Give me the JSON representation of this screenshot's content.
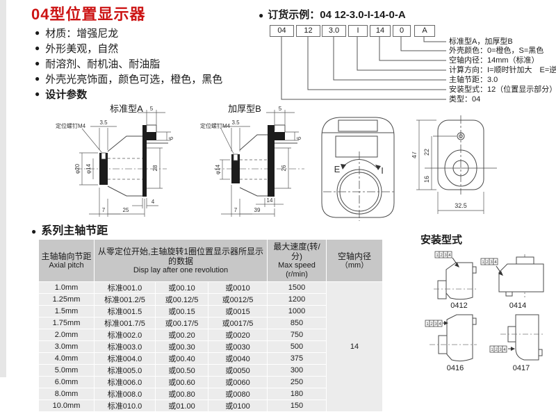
{
  "ui": {
    "bullet": "●"
  },
  "page": {
    "title": "04型位置显示器",
    "features": [
      "材质：增强尼龙",
      "外形美观，自然",
      "耐溶剂、耐机油、耐油脂",
      "外壳光亮饰面，颜色可选，橙色，黑色"
    ],
    "design_params_label": "设计参数",
    "accent_color": "#cc1414"
  },
  "order": {
    "heading": "订货示例：",
    "example_code": "04 12-3.0-I-14-0-A",
    "codes": [
      "04",
      "12",
      "3.0",
      "I",
      "14",
      "0",
      "A"
    ],
    "labels": [
      "标准型A，加厚型B",
      "外壳颜色：0=橙色，S=黑色",
      "空轴内径：14mm（标准）",
      "计算方向：I=顺时针加大　E=逆时针加",
      "主轴节距：3.0",
      "安装型式：12（位置显示部分）",
      "类型：04"
    ]
  },
  "drawings": {
    "standard_label": "标准型A",
    "thick_label": "加厚型B",
    "a": {
      "screw": "定位螺钉M4",
      "d35": "3.5",
      "d5": "5",
      "d6": "6",
      "d20": "φ20",
      "d14": "φ14",
      "d28": "28",
      "d4": "4",
      "d7": "7",
      "d25": "25"
    },
    "b": {
      "screw": "定位螺钉M4",
      "d35": "3.5",
      "d5": "5",
      "d6": "6",
      "d14": "φ14",
      "d26": "26",
      "dw14": "14",
      "d7": "7",
      "d39": "39"
    },
    "front": {
      "e": "E",
      "i": "I"
    },
    "side": {
      "d47": "47",
      "d22": "22",
      "d16": "16",
      "d325": "32.5"
    }
  },
  "pitch_table": {
    "section_title": "系列主轴节距",
    "headers": {
      "col1_cn": "主轴轴向节距",
      "col1_en": "Axial pitch",
      "col2_cn": "从零定位开始,主轴旋转1圈位置显示器所显示的数据",
      "col2_en": "Disp lay after one revolution",
      "col3_cn": "最大速度(转/分)",
      "col3_en": "Max speed (r/min)",
      "col4_cn": "空轴内径",
      "col4_en": "（mm）"
    },
    "rows": [
      [
        "1.0mm",
        "标准001.0",
        "或00.10",
        "或0010",
        "1500"
      ],
      [
        "1.25mm",
        "标准001.2/5",
        "或00.12/5",
        "或0012/5",
        "1200"
      ],
      [
        "1.5mm",
        "标准001.5",
        "或00.15",
        "或0015",
        "1000"
      ],
      [
        "1.75mm",
        "标准001.7/5",
        "或00.17/5",
        "或0017/5",
        "850"
      ],
      [
        "2.0mm",
        "标准002.0",
        "或00.20",
        "或0020",
        "750"
      ],
      [
        "3.0mm",
        "标准003.0",
        "或00.30",
        "或0030",
        "500"
      ],
      [
        "4.0mm",
        "标准004.0",
        "或00.40",
        "或0040",
        "375"
      ],
      [
        "5.0mm",
        "标准005.0",
        "或00.50",
        "或0050",
        "300"
      ],
      [
        "6.0mm",
        "标准006.0",
        "或00.60",
        "或0060",
        "250"
      ],
      [
        "8.0mm",
        "标准008.0",
        "或00.80",
        "或0080",
        "180"
      ],
      [
        "10.0mm",
        "标准010.0",
        "或01.00",
        "或0100",
        "150"
      ]
    ],
    "bore_value": "14"
  },
  "mounting": {
    "section_title": "安装型式",
    "types": [
      "0412",
      "0414",
      "0416",
      "0417"
    ],
    "digits": [
      "1",
      "2",
      "3",
      "4"
    ]
  }
}
